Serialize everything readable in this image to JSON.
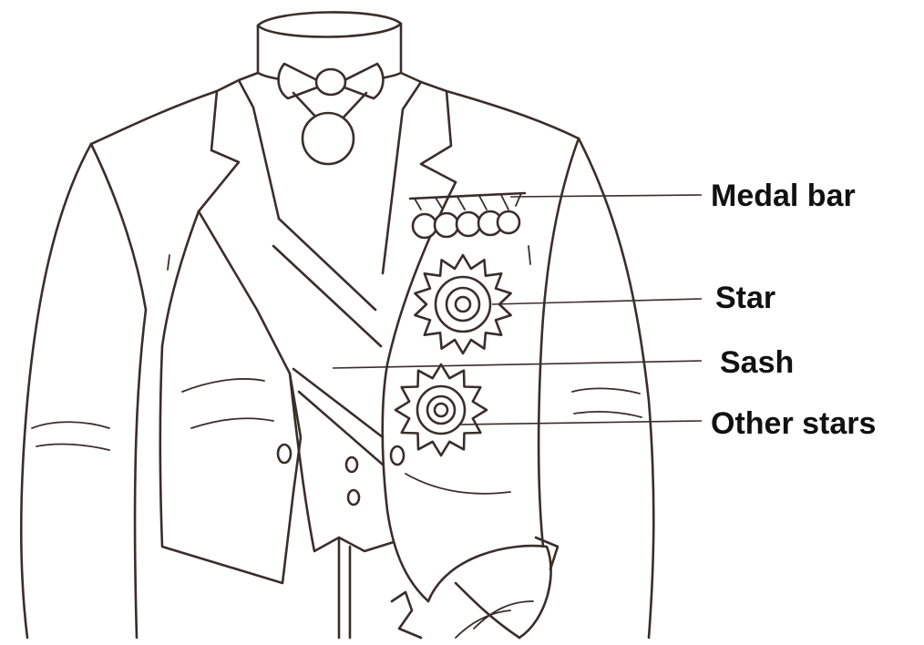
{
  "labels": {
    "medal_bar": "Medal bar",
    "star": "Star",
    "sash": "Sash",
    "other_stars": "Other stars"
  },
  "colors": {
    "line": "#3a2e2a",
    "label_text": "#111111",
    "background": "#ffffff"
  }
}
